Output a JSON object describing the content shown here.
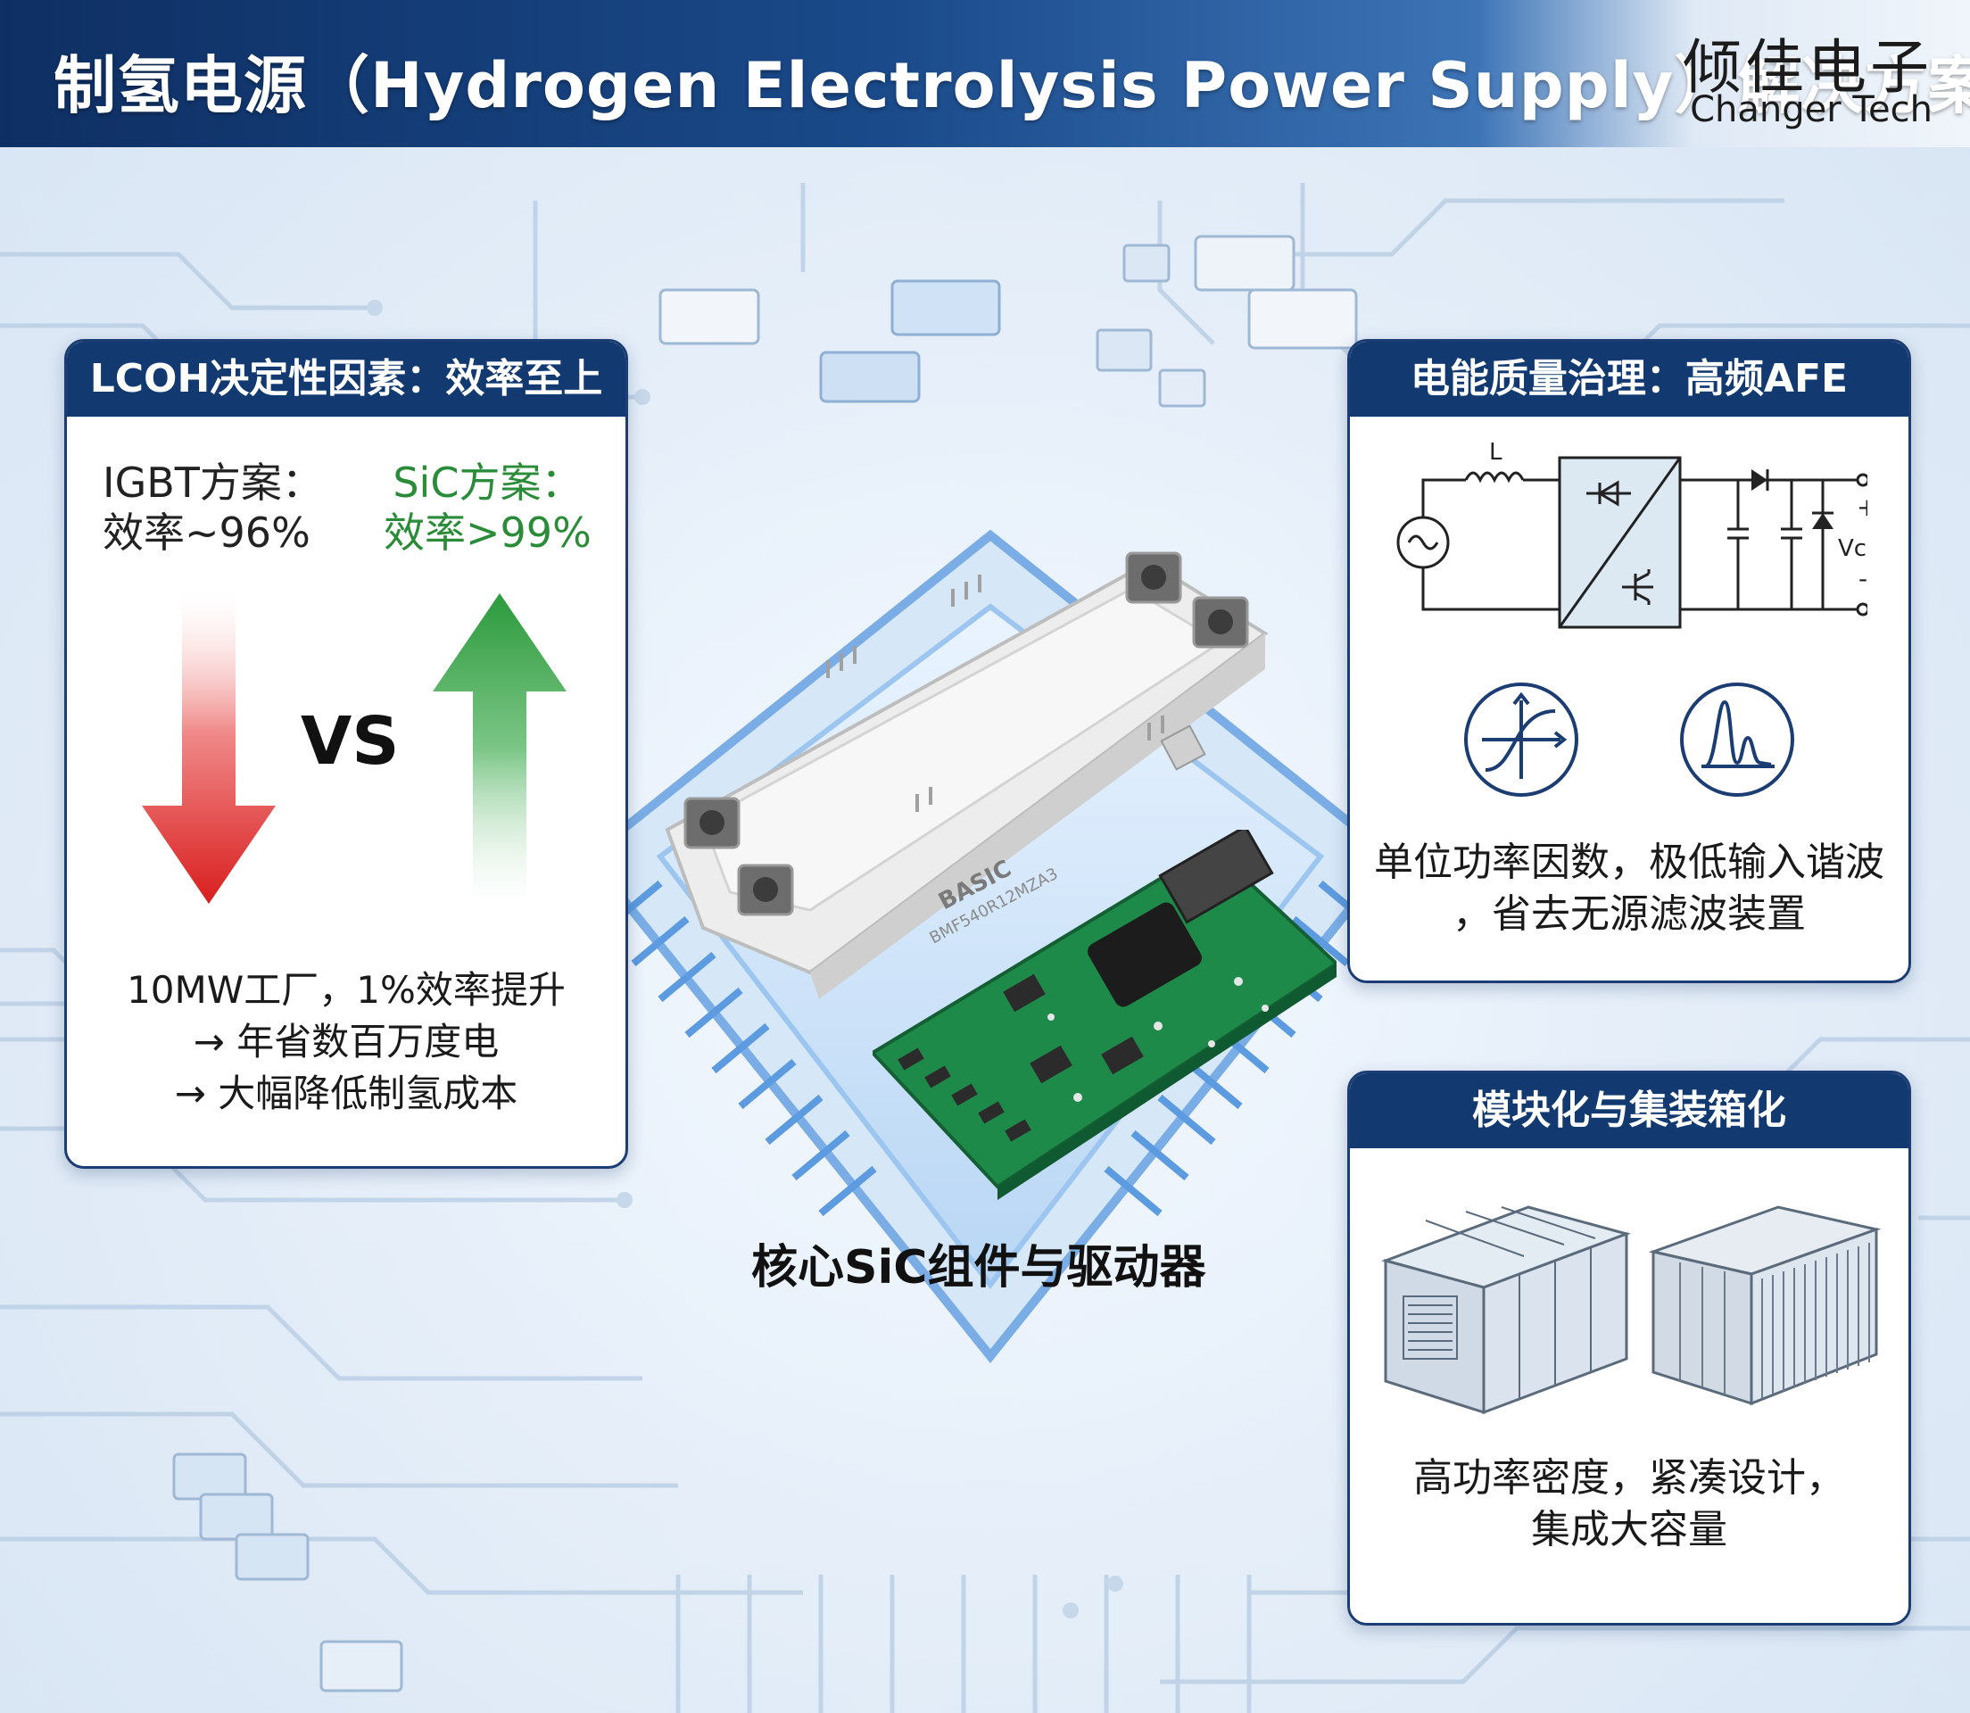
{
  "header": {
    "title": "制氢电源（Hydrogen Electrolysis Power Supply）解决方案",
    "brand_cn": "倾佳电子",
    "brand_en": "Changer Tech"
  },
  "left_panel": {
    "title": "LCOH决定性因素：效率至上",
    "igbt_line1": "IGBT方案：",
    "igbt_line2": "效率~96%",
    "sic_line1": "SiC方案：",
    "sic_line2": "效率>99%",
    "vs": "VS",
    "body_line1": "10MW工厂，1%效率提升",
    "body_line2": "→ 年省数百万度电",
    "body_line3": "→ 大幅降低制氢成本",
    "colors": {
      "down_arrow": "#d91e1e",
      "up_arrow": "#2c9a3c",
      "sic_text": "#2a8c38"
    }
  },
  "right_top_panel": {
    "title": "电能质量治理：高频AFE",
    "inductor_label": "L",
    "plus_label": "+",
    "minus_label": "-",
    "vc_label": "Vc",
    "desc_line1": "单位功率因数，极低输入谐波",
    "desc_line2": "，省去无源滤波装置",
    "icons": [
      "sigmoid-curve-icon",
      "harmonic-spectrum-icon"
    ]
  },
  "right_bottom_panel": {
    "title": "模块化与集装箱化",
    "desc_line1": "高功率密度，紧凑设计，",
    "desc_line2": "集成大容量"
  },
  "center": {
    "module_brand": "BASIC",
    "module_part": "BMF540R12MZA3",
    "caption": "核心SiC组件与驱动器"
  }
}
